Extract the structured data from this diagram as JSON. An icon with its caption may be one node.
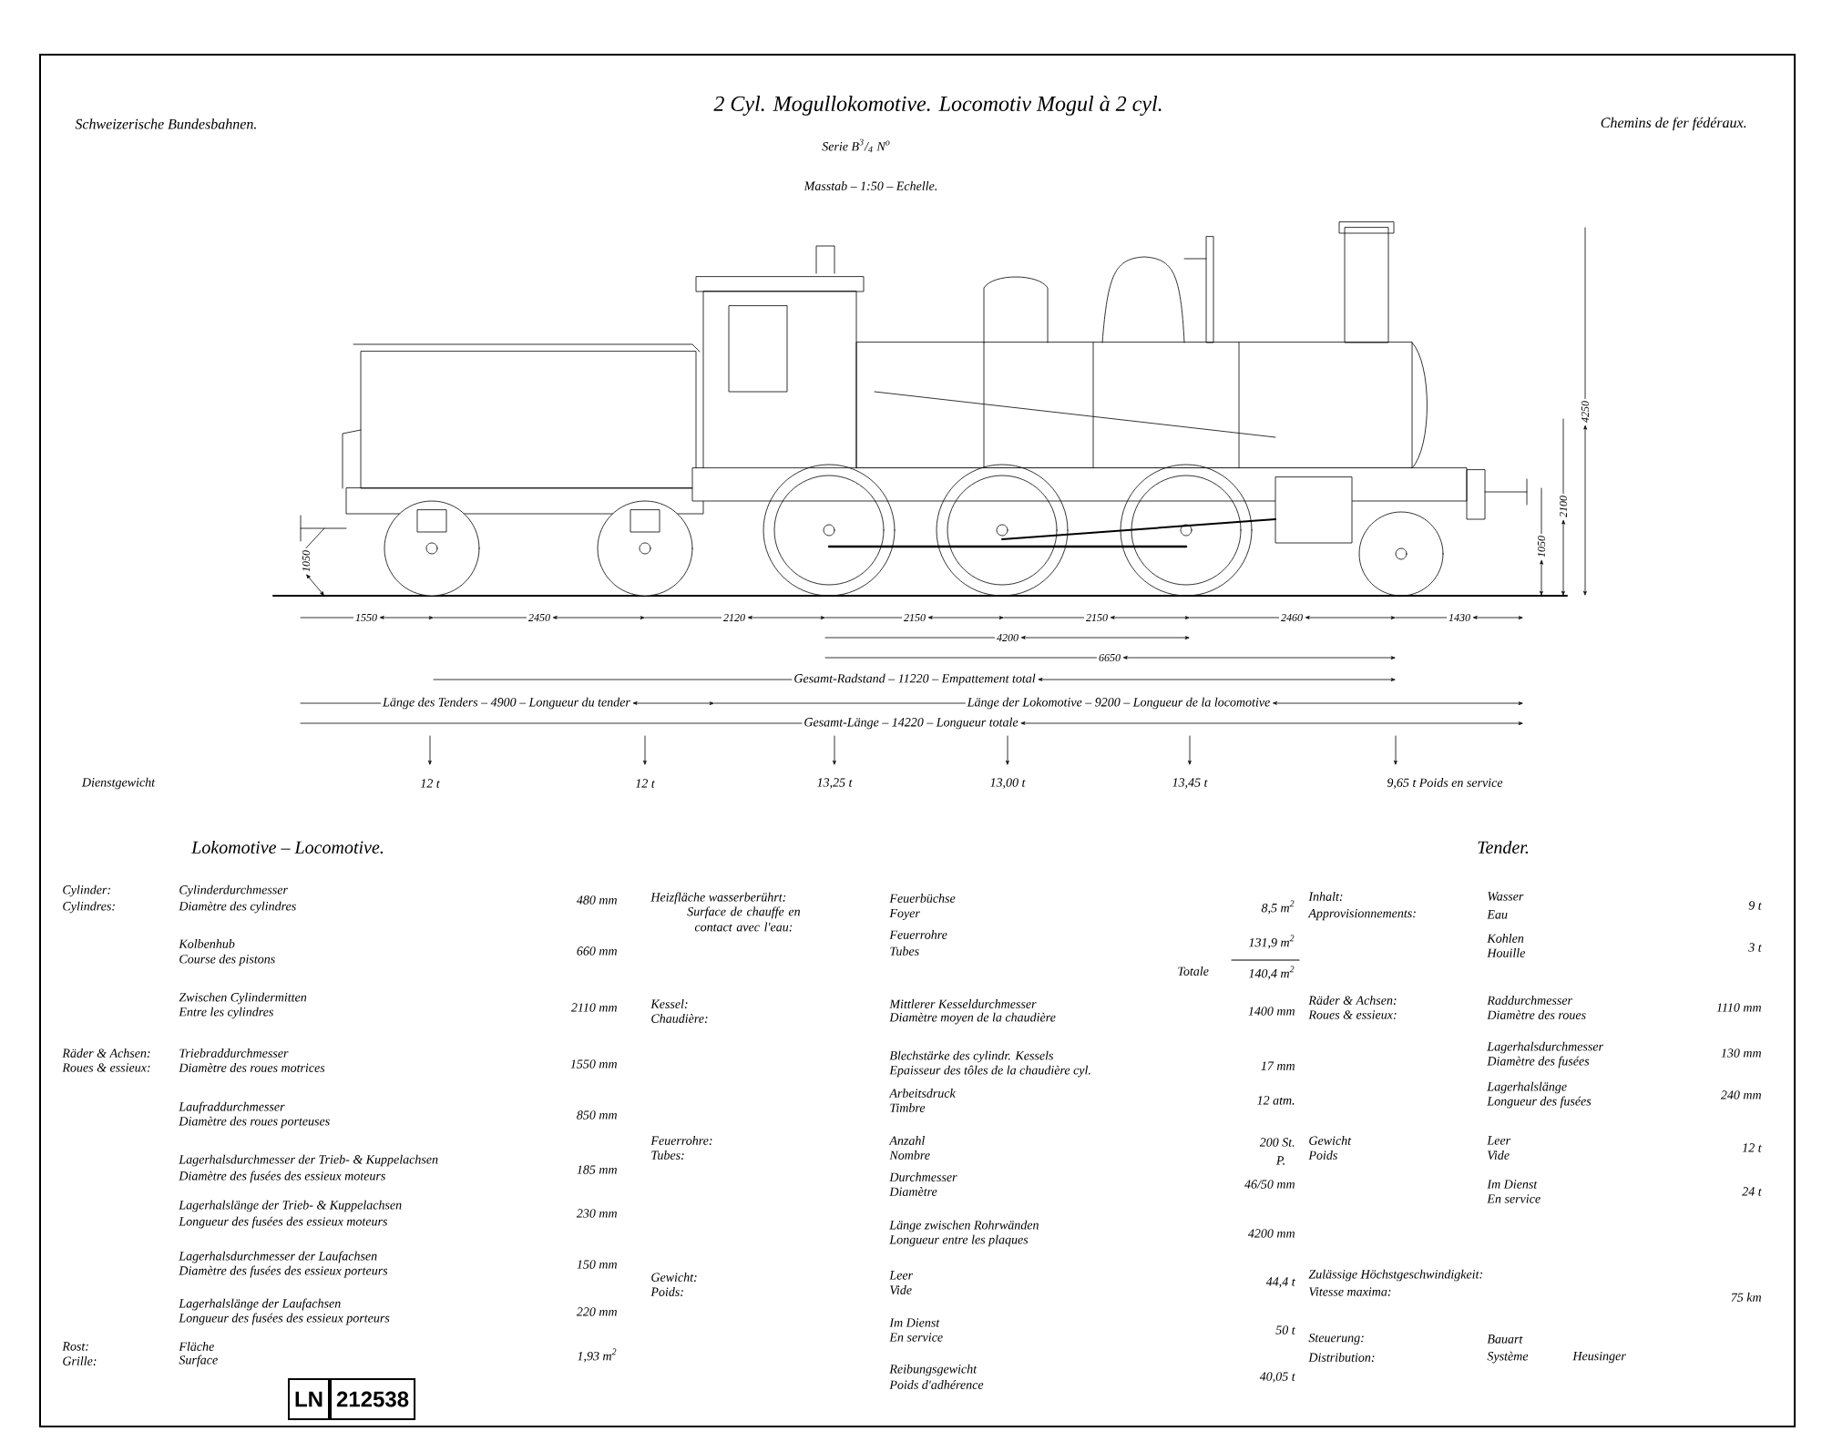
{
  "diagram": {
    "title": "2 Cyl. Mogullokomotive. Locomotiv Mogul à 2 cyl.",
    "labels": [
      "Schweizerische Bundesbahnen.",
      "Chemins de fer fédéraux.",
      "Serie B$^{3}$/$_{4}$ N$^{o}$",
      "Masstab – 1:50 – Echelle.",
      "1550",
      "2450",
      "2120",
      "2150",
      "2150",
      "2460",
      "1430",
      "4200",
      "6650",
      "Gesamt-Radstand – 11220 – Empattement total",
      "Länge des Tenders – 4900 – Longueur du tender",
      "Länge der Lokomotive – 9200 – Longueur de la locomotive",
      "Gesamt-Länge – 14220 – Longueur totale",
      "Dienstgewicht",
      "12 t",
      "12 t",
      "13,25 t",
      "13,00 t",
      "13,45 t",
      "9,65 t Poids en service",
      "1050",
      "4250",
      "2100",
      "1050",
      "Lokomotive – Locomotive.",
      "Tender.",
      "Cylinder:",
      "Cylindres:",
      "Cylinderdurchmesser",
      "Diamètre des cylindres",
      "480 mm",
      "Kolbenhub",
      "Course des pistons",
      "660 mm",
      "Zwischen Cylindermitten",
      "Entre les cylindres",
      "2110 mm",
      "Räder & Achsen:",
      "Roues & essieux:",
      "Triebraddurchmesser",
      "Diamètre des roues motrices",
      "1550 mm",
      "Laufraddurchmesser",
      "Diamètre des roues porteuses",
      "850 mm",
      "Lagerhalsdurchmesser der Trieb- & Kuppelachsen",
      "Diamètre des fusées des essieux moteurs",
      "185 mm",
      "Lagerhalslänge der Trieb- & Kuppelachsen",
      "Longueur des fusées des essieux moteurs",
      "230 mm",
      "Lagerhalsdurchmesser der Laufachsen",
      "Diamètre des fusées des essieux porteurs",
      "150 mm",
      "Lagerhalslänge der Laufachsen",
      "Longueur des fusées des essieux porteurs",
      "220 mm",
      "Rost:",
      "Grille:",
      "Fläche",
      "Surface",
      "1,93 m$^{2}$",
      "LN",
      "212538",
      "Heizfläche wasserberührt:",
      "Surface de chauffe en contact avec l'eau:",
      "Feuerbüchse",
      "Foyer",
      "8,5 m$^{2}$",
      "Feuerrohre",
      "Tubes",
      "131,9 m$^{2}$",
      "Totale",
      "140,4 m$^{2}$",
      "Kessel:",
      "Chaudière:",
      "Mittlerer Kesseldurchmesser",
      "Diamètre moyen de la chaudière",
      "1400 mm",
      "Blechstärke des cylindr. Kessels",
      "Epaisseur des tôles de la chaudière cyl.",
      "17 mm",
      "Arbeitsdruck",
      "Timbre",
      "12 atm.",
      "Feuerrohre:",
      "Tubes:",
      "Anzahl",
      "Nombre",
      "200 St.",
      "P.",
      "Durchmesser",
      "Diamètre",
      "46/50 mm",
      "Länge zwischen Rohrwänden",
      "Longueur entre les plaques",
      "4200 mm",
      "Gewicht:",
      "Poids:",
      "Leer",
      "Vide",
      "44,4 t",
      "Im Dienst",
      "En service",
      "50 t",
      "Reibungsgewicht",
      "Poids d'adhérence",
      "40,05 t",
      "Inhalt:",
      "Approvisionnements:",
      "Wasser",
      "Eau",
      "9 t",
      "Kohlen",
      "Houille",
      "3 t",
      "Räder & Achsen:",
      "Roues & essieux:",
      "Raddurchmesser",
      "Diamètre des roues",
      "1110 mm",
      "Lagerhalsdurchmesser",
      "Diamètre des fusées",
      "130 mm",
      "Lagerhalslänge",
      "Longueur des fusées",
      "240 mm",
      "Gewicht",
      "Poids",
      "Leer",
      "Vide",
      "12 t",
      "Im Dienst",
      "En service",
      "24 t",
      "Zulässige Höchstgeschwindigkeit:",
      "Vitesse maxima:",
      "75 km",
      "Steuerung:",
      "Distribution:",
      "Bauart",
      "Système",
      "Heusinger"
    ]
  }
}
